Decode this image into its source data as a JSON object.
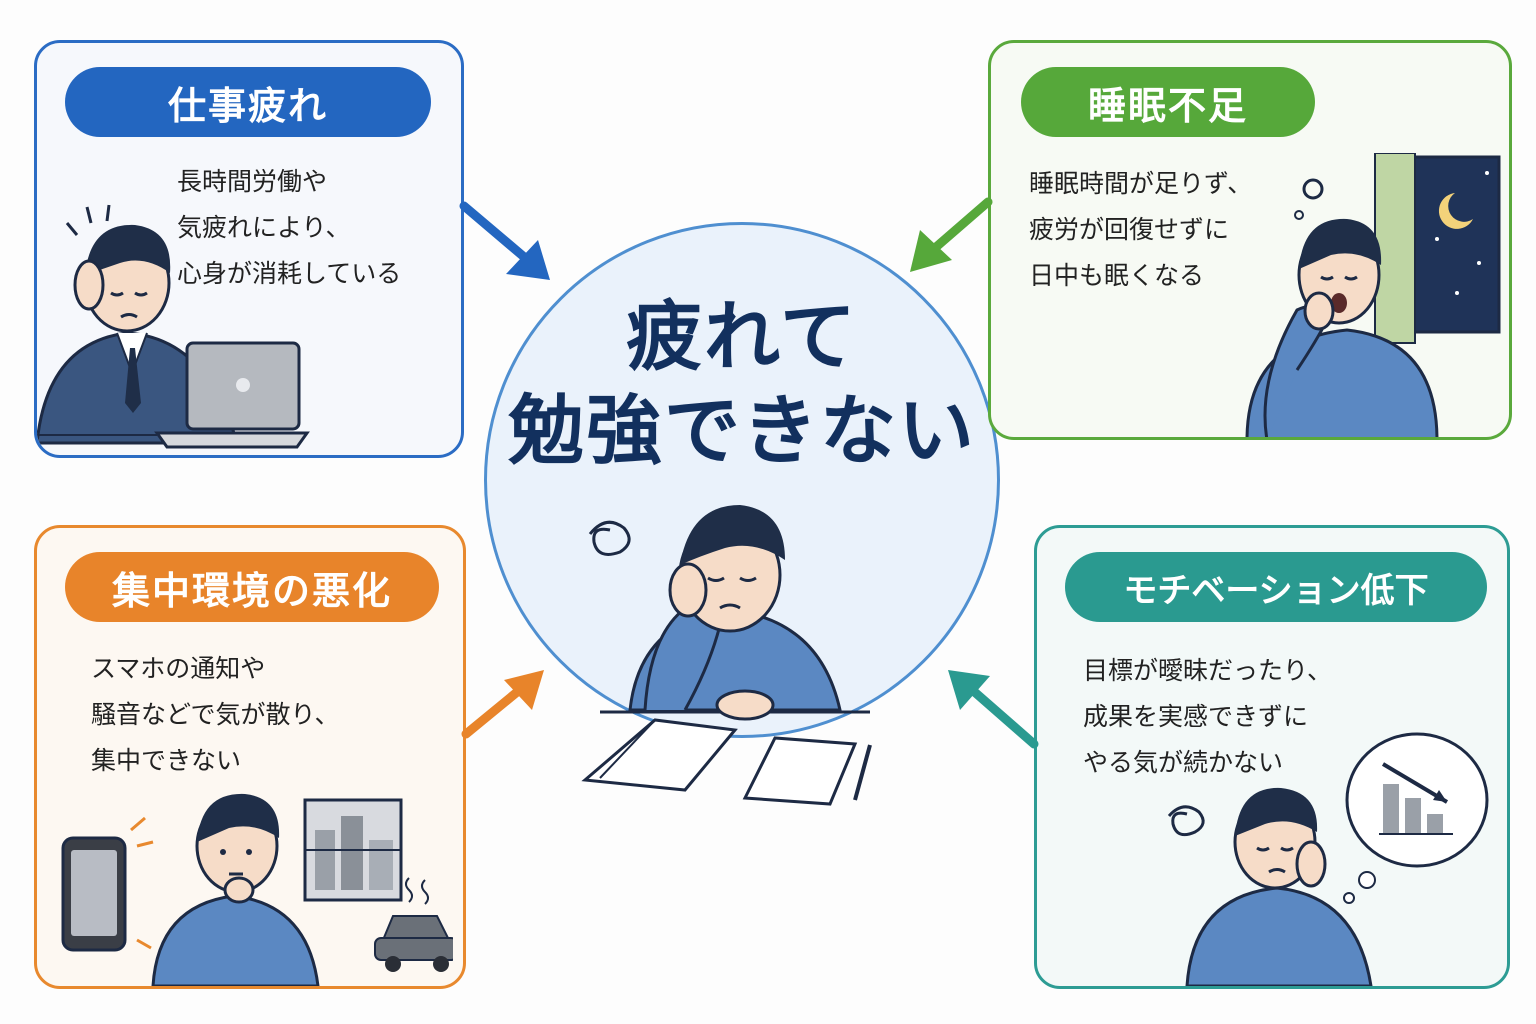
{
  "center": {
    "title_line1": "疲れて",
    "title_line2": "勉強できない"
  },
  "cards": {
    "work": {
      "title": "仕事疲れ",
      "lines": [
        "長時間労働や",
        "気疲れにより、",
        "心身が消耗している"
      ],
      "color": "#2366c0"
    },
    "sleep": {
      "title": "睡眠不足",
      "lines": [
        "睡眠時間が足りず、",
        "疲労が回復せずに",
        "日中も眠くなる"
      ],
      "color": "#56a83a"
    },
    "focus": {
      "title": "集中環境の悪化",
      "lines": [
        "スマホの通知や",
        "騒音などで気が散り、",
        "集中できない"
      ],
      "color": "#e8842a"
    },
    "motiv": {
      "title": "モチベーション低下",
      "lines": [
        "目標が曖昧だったり、",
        "成果を実感できずに",
        "やる気が続かない"
      ],
      "color": "#2a9a90"
    }
  },
  "icons": {
    "work": "tired-office-worker-illustration",
    "sleep": "yawning-person-night-window-illustration",
    "focus": "distracted-person-phone-noise-illustration",
    "motiv": "unmotivated-person-declining-chart-illustration",
    "center": "exhausted-student-desk-illustration"
  }
}
